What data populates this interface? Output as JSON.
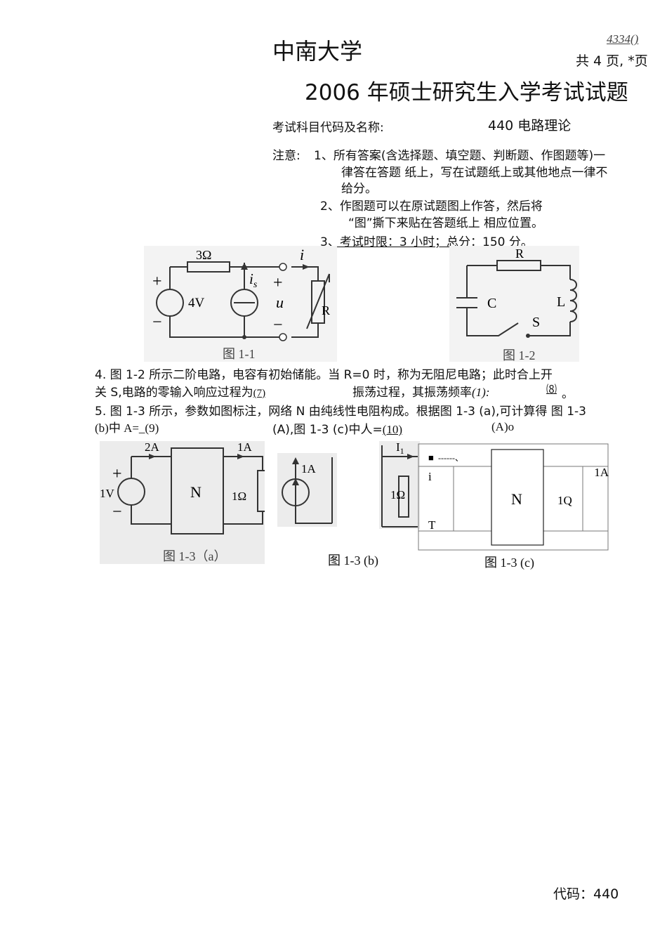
{
  "header": {
    "university": "中南大学",
    "code_ref": "4334()",
    "pages": "共 4 页, *页",
    "title": "2006 年硕士研究生入学考试试题"
  },
  "subject": {
    "label": "考试科目代码及名称:",
    "value": "440 电路理论"
  },
  "notes": {
    "label": "注意:",
    "n1_line1": "1、所有答案(含选择题、填空题、判断题、作图题等)一",
    "n1_line2": "律答在答题 纸上，写在试题纸上或其他地点一律不",
    "n1_line3": "给分。",
    "n2_line1": "2、作图题可以在原试题图上作答，然后将",
    "n2_line2": "“图”撕下来贴在答题纸上 相应位置。",
    "n3": "3、考试时限：3 小时；总分：150 分。"
  },
  "fig11": {
    "r_label": "3Ω",
    "src_label": "4V",
    "is_label": "i",
    "is_sub": "s",
    "i_label": "i",
    "plus": "+",
    "minus": "−",
    "u_label": "u",
    "rv_label": "R",
    "caption": "图 1-1"
  },
  "fig12": {
    "r_label": "R",
    "c_label": "C",
    "l_label": "L",
    "s_label": "S",
    "caption": "图 1-2"
  },
  "q4": {
    "line1": "4.   图 1-2 所示二阶电路，电容有初始储能。当 R=0 时，称为无阻尼电路；此时合上开",
    "line2a": "关 S,电路的零输入响应过程为",
    "blank7": "(7)",
    "line2b": "振荡过程，其振荡频率",
    "freq_sym": "(1):",
    "blank8": "⑻",
    "end": "。"
  },
  "q5": {
    "line1": "5.   图 1-3 所示，参数如图标注，网络 N 由纯线性电阻构成。根据图 1-3 (a),可计算得 图 1-3",
    "line2a": "(b)中 A=_(9)",
    "line2b": "(A),图 1-3 (c)中人=",
    "blank10": "(10)",
    "line2c": "(A)o"
  },
  "fig13a": {
    "i_in": "2A",
    "i_out": "1A",
    "src": "1V",
    "plus": "+",
    "minus": "−",
    "n": "N",
    "r": "1Ω",
    "caption": "图 1-3（a）"
  },
  "fig13b": {
    "src": "1A",
    "caption": "图 1-3 (b)"
  },
  "fig13c": {
    "i1": "I",
    "i1_sub": "1",
    "r_left": "1Ω",
    "bullet": "■",
    "dashes": "------、",
    "i_mark": "i",
    "t_mark": "T",
    "n": "N",
    "r_right": "1Q",
    "i_right": "1A",
    "caption": "图 1-3 (c)"
  },
  "footer": {
    "code": "代码：440"
  }
}
